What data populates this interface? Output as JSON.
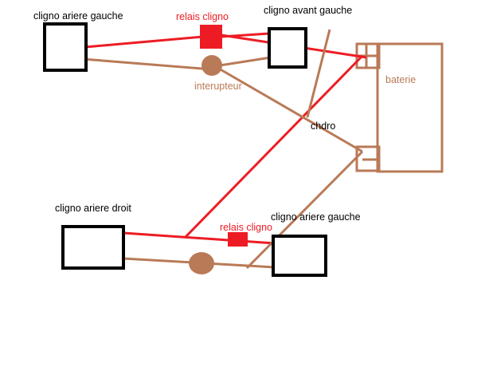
{
  "labels": {
    "rear_left_top": "cligno ariere gauche",
    "relay_top": "relais cligno",
    "front_left": "cligno avant gauche",
    "switch_top": "interupteur",
    "battery": "baterie",
    "chassis": "chdro",
    "rear_right": "cligno ariere droit",
    "relay_bottom": "relais cligno",
    "rear_left_bottom": "cligno ariere gauche"
  },
  "colors": {
    "outline": "#000000",
    "positive_wire": "#ed1c24",
    "negative_wire": "#b97a57",
    "battery_outline": "#b97a57"
  }
}
